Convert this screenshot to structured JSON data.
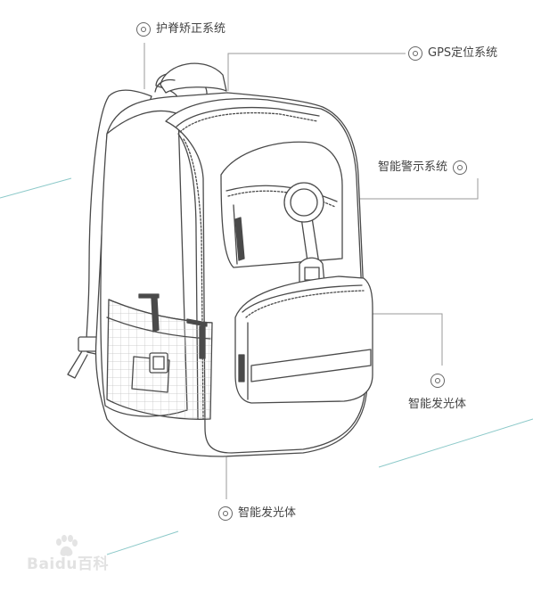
{
  "colors": {
    "outline": "#4a4a4a",
    "leader_line": "#9a9a9a",
    "accent_line": "#8cc9c9",
    "text": "#444444",
    "mesh": "#bfbfbf"
  },
  "labels": [
    {
      "id": "spine",
      "text": "护脊矫正系统",
      "icon": "target-icon"
    },
    {
      "id": "gps",
      "text": "GPS定位系统",
      "icon": "target-icon"
    },
    {
      "id": "warning",
      "text": "智能警示系统",
      "icon": "target-icon"
    },
    {
      "id": "glow_right",
      "text": "智能发光体",
      "icon": "target-icon"
    },
    {
      "id": "glow_bottom",
      "text": "智能发光体",
      "icon": "target-icon"
    }
  ],
  "watermark": {
    "text": "Baidu百科",
    "icon": "paw-icon"
  }
}
